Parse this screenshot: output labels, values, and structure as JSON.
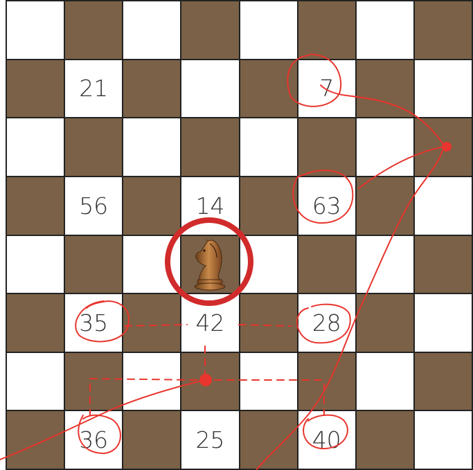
{
  "board": {
    "rows": 8,
    "cols": 8,
    "colors": {
      "light": "#ffffff",
      "dark": "#7a6147",
      "annotation": "#e8352d",
      "highlight_ring": "#d12b2b"
    },
    "numbered_cells": [
      {
        "row": 1,
        "col": 1,
        "label": "21"
      },
      {
        "row": 1,
        "col": 5,
        "label": "7"
      },
      {
        "row": 3,
        "col": 1,
        "label": "56"
      },
      {
        "row": 3,
        "col": 3,
        "label": "14"
      },
      {
        "row": 3,
        "col": 5,
        "label": "63"
      },
      {
        "row": 5,
        "col": 1,
        "label": "35"
      },
      {
        "row": 5,
        "col": 3,
        "label": "42"
      },
      {
        "row": 5,
        "col": 5,
        "label": "28"
      },
      {
        "row": 7,
        "col": 1,
        "label": "36"
      },
      {
        "row": 7,
        "col": 3,
        "label": "25"
      },
      {
        "row": 7,
        "col": 5,
        "label": "40"
      }
    ],
    "piece": {
      "type": "knight",
      "color": "brown",
      "row": 4,
      "col": 3,
      "icon": "knight-icon"
    },
    "circled_labels": [
      "7",
      "63",
      "35",
      "28",
      "36",
      "40"
    ],
    "highlighted_piece_square": {
      "row": 4,
      "col": 3
    }
  }
}
